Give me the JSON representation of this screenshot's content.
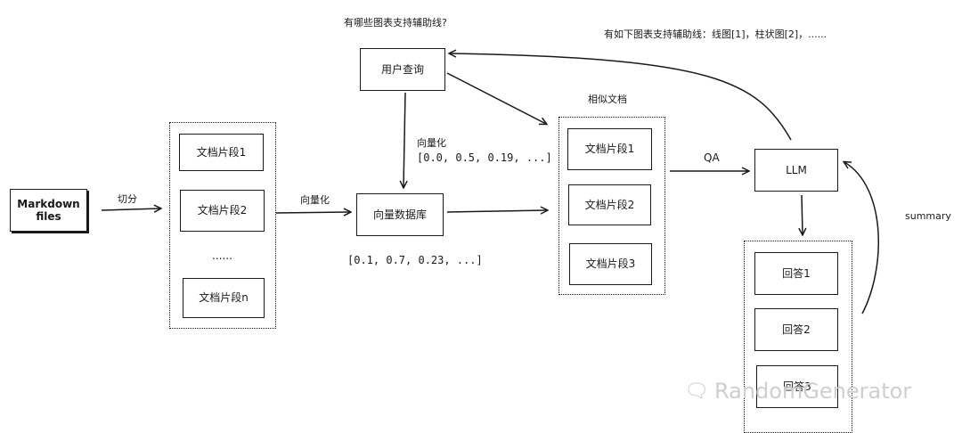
{
  "questions": {
    "which_charts": "有哪些图表支持辅助线?",
    "answer_text": "有如下图表支持辅助线：线图[1]，柱状图[2]，......"
  },
  "nodes": {
    "markdown_files": "Markdown files",
    "user_query": "用户查询",
    "vector_db": "向量数据库",
    "llm": "LLM"
  },
  "chunks": [
    "文档片段1",
    "文档片段2",
    "......",
    "文档片段n"
  ],
  "similar_docs": {
    "title": "相似文档",
    "items": [
      "文档片段1",
      "文档片段2",
      "文档片段3"
    ]
  },
  "answers": [
    "回答1",
    "回答2",
    "回答3"
  ],
  "edge_labels": {
    "split": "切分",
    "vectorize_chunks": "向量化",
    "vectorize_query": "向量化",
    "qa": "QA",
    "summary": "summary"
  },
  "vectors": {
    "query_vector": "[0.0, 0.5, 0.19, ...]",
    "chunk_vector": "[0.1, 0.7, 0.23, ...]"
  },
  "watermark": "RandomGenerator"
}
